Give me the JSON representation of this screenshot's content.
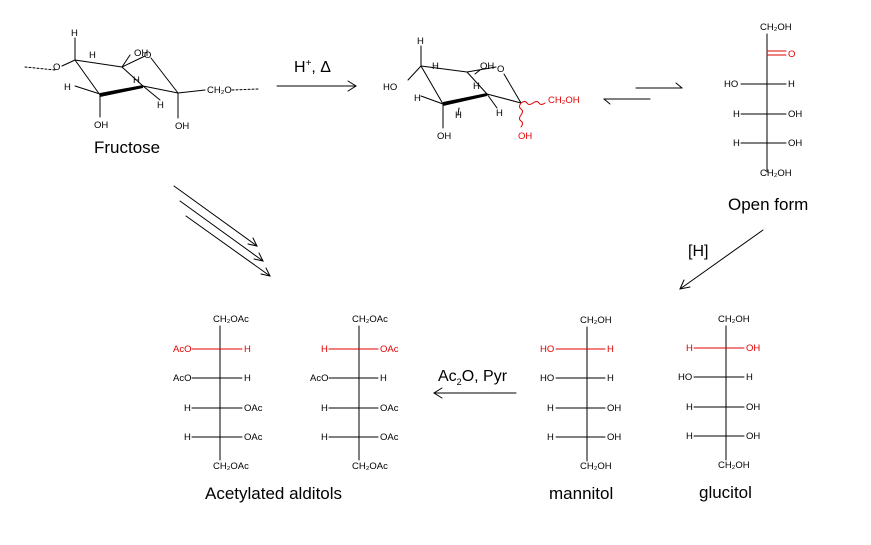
{
  "colors": {
    "ink": "#000000",
    "highlight": "#e00000"
  },
  "labels": {
    "fructose": "Fructose",
    "open_form": "Open form",
    "acetylated": "Acetylated alditols",
    "mannitol": "mannitol",
    "glucitol": "glucitol"
  },
  "reagents": {
    "acid_heat_main": "H",
    "acid_heat_sup": "+",
    "acid_heat_rest": ", Δ",
    "reduction": "[H]",
    "acetylation_a": "Ac",
    "acetylation_sub": "2",
    "acetylation_b": "O, Pyr"
  },
  "atoms": {
    "H": "H",
    "OH": "OH",
    "HO": "HO",
    "O": "O",
    "CH2OH": "CH₂OH",
    "CH2O": "CH₂O",
    "CH2OAc": "CH₂OAc",
    "AcO": "AcO",
    "OAc": "OAc",
    "carbonyl_O": "O"
  }
}
